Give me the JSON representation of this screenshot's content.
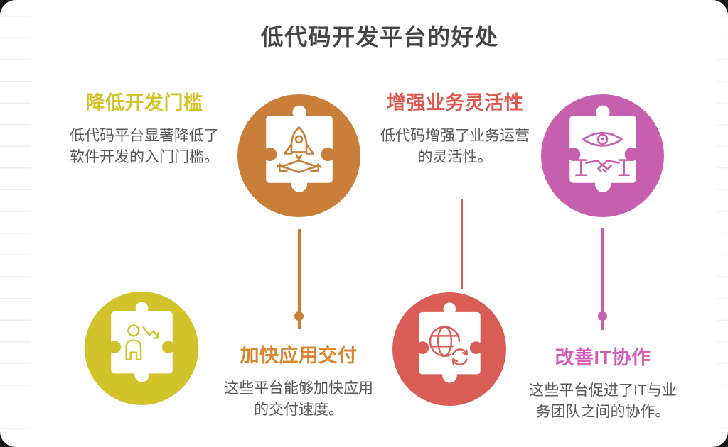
{
  "page": {
    "title": "低代码开发平台的好处"
  },
  "colors": {
    "outer_background": "#161616",
    "card_background": "#ffffff",
    "main_title_text": "#454545",
    "desc_text": "#5a5a5a",
    "rule_line_left": "#ececec",
    "rule_line_right": "#f2f2f2"
  },
  "items": [
    {
      "id": "lower-dev-barrier",
      "title": "降低开发门槛",
      "title_color": "#d3c32a",
      "color": "#d2c22c",
      "desc_line1": "低代码平台显著降低了",
      "desc_line2": "软件开发的入门门槛。",
      "icon": "person-decline-icon"
    },
    {
      "id": "faster-app-delivery",
      "title": "加快应用交付",
      "title_color": "#d8872e",
      "color": "#c97e3a",
      "desc_line1": "这些平台能够加快应用",
      "desc_line2": "的交付速度。",
      "icon": "rocket-launch-icon"
    },
    {
      "id": "business-agility",
      "title": "增强业务灵活性",
      "title_color": "#de5a50",
      "color": "#d95d54",
      "desc_line1": "低代码增强了业务运营",
      "desc_line2": "的灵活性。",
      "icon": "globe-sync-icon"
    },
    {
      "id": "it-collaboration",
      "title": "改善IT协作",
      "title_color": "#d45cba",
      "color": "#c55fae",
      "desc_line1": "这些平台促进了IT与业",
      "desc_line2": "务团队之间的协作。",
      "icon": "eye-handshake-icon"
    }
  ]
}
